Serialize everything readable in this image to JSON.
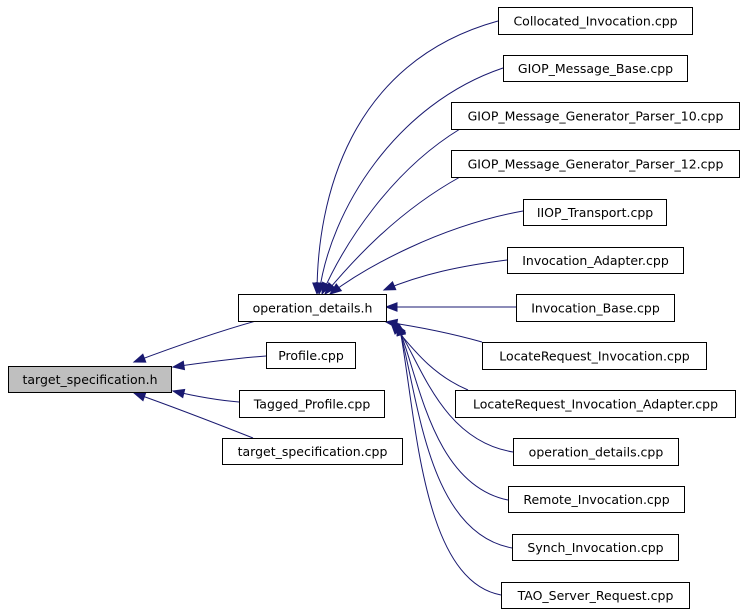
{
  "diagram": {
    "edge_color": "#191970",
    "root_fill": "#bfbfbf",
    "nodes": [
      {
        "id": "target_specification_h",
        "label": "target_specification.h",
        "highlighted": true
      },
      {
        "id": "operation_details_h",
        "label": "operation_details.h"
      },
      {
        "id": "profile_cpp",
        "label": "Profile.cpp"
      },
      {
        "id": "tagged_profile_cpp",
        "label": "Tagged_Profile.cpp"
      },
      {
        "id": "target_specification_cpp",
        "label": "target_specification.cpp"
      },
      {
        "id": "collocated_invocation_cpp",
        "label": "Collocated_Invocation.cpp"
      },
      {
        "id": "giop_message_base_cpp",
        "label": "GIOP_Message_Base.cpp"
      },
      {
        "id": "giop_parser_10_cpp",
        "label": "GIOP_Message_Generator_Parser_10.cpp"
      },
      {
        "id": "giop_parser_12_cpp",
        "label": "GIOP_Message_Generator_Parser_12.cpp"
      },
      {
        "id": "iiop_transport_cpp",
        "label": "IIOP_Transport.cpp"
      },
      {
        "id": "invocation_adapter_cpp",
        "label": "Invocation_Adapter.cpp"
      },
      {
        "id": "invocation_base_cpp",
        "label": "Invocation_Base.cpp"
      },
      {
        "id": "locaterequest_invocation_cpp",
        "label": "LocateRequest_Invocation.cpp"
      },
      {
        "id": "locaterequest_invocation_adapter_cpp",
        "label": "LocateRequest_Invocation_Adapter.cpp"
      },
      {
        "id": "operation_details_cpp",
        "label": "operation_details.cpp"
      },
      {
        "id": "remote_invocation_cpp",
        "label": "Remote_Invocation.cpp"
      },
      {
        "id": "synch_invocation_cpp",
        "label": "Synch_Invocation.cpp"
      },
      {
        "id": "tao_server_request_cpp",
        "label": "TAO_Server_Request.cpp"
      }
    ],
    "edges": [
      {
        "from": "operation_details_h",
        "to": "target_specification_h"
      },
      {
        "from": "profile_cpp",
        "to": "target_specification_h"
      },
      {
        "from": "tagged_profile_cpp",
        "to": "target_specification_h"
      },
      {
        "from": "target_specification_cpp",
        "to": "target_specification_h"
      },
      {
        "from": "collocated_invocation_cpp",
        "to": "operation_details_h"
      },
      {
        "from": "giop_message_base_cpp",
        "to": "operation_details_h"
      },
      {
        "from": "giop_parser_10_cpp",
        "to": "operation_details_h"
      },
      {
        "from": "giop_parser_12_cpp",
        "to": "operation_details_h"
      },
      {
        "from": "iiop_transport_cpp",
        "to": "operation_details_h"
      },
      {
        "from": "invocation_adapter_cpp",
        "to": "operation_details_h"
      },
      {
        "from": "invocation_base_cpp",
        "to": "operation_details_h"
      },
      {
        "from": "locaterequest_invocation_cpp",
        "to": "operation_details_h"
      },
      {
        "from": "locaterequest_invocation_adapter_cpp",
        "to": "operation_details_h"
      },
      {
        "from": "operation_details_cpp",
        "to": "operation_details_h"
      },
      {
        "from": "remote_invocation_cpp",
        "to": "operation_details_h"
      },
      {
        "from": "synch_invocation_cpp",
        "to": "operation_details_h"
      },
      {
        "from": "tao_server_request_cpp",
        "to": "operation_details_h"
      }
    ]
  }
}
